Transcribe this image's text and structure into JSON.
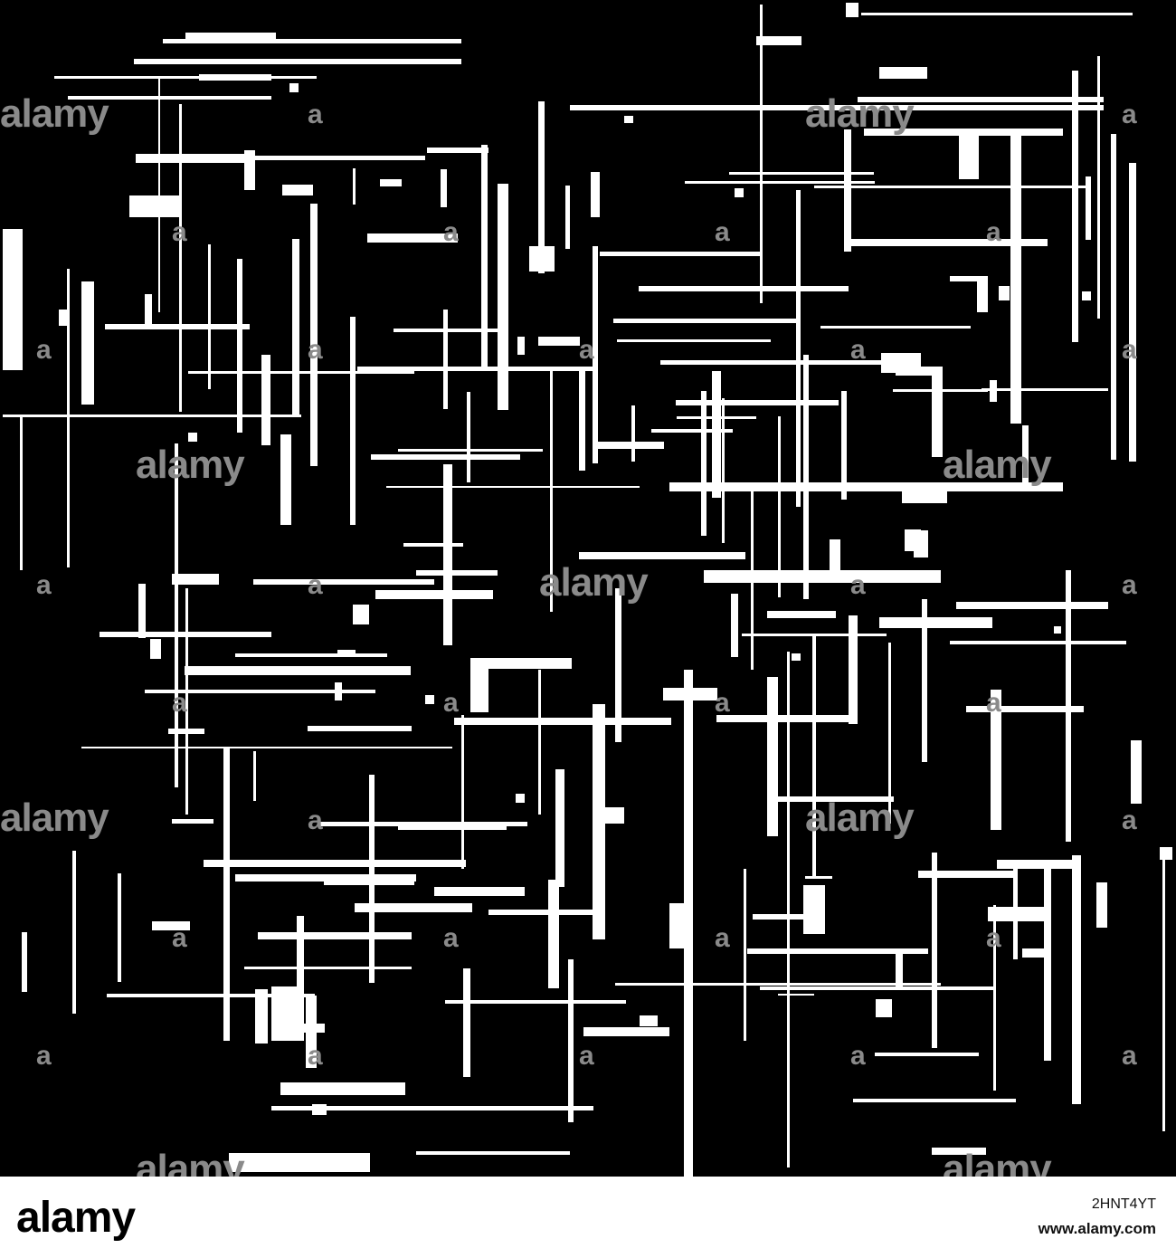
{
  "artwork": {
    "description_colors": {
      "background": "#000000",
      "lines": "#ffffff"
    }
  },
  "watermark": {
    "text": "alamy",
    "glyph": "a",
    "color": "#8a8a8a"
  },
  "footer": {
    "logo_text": "alamy",
    "image_id": "2HNT4YT",
    "site": "www.alamy.com"
  }
}
